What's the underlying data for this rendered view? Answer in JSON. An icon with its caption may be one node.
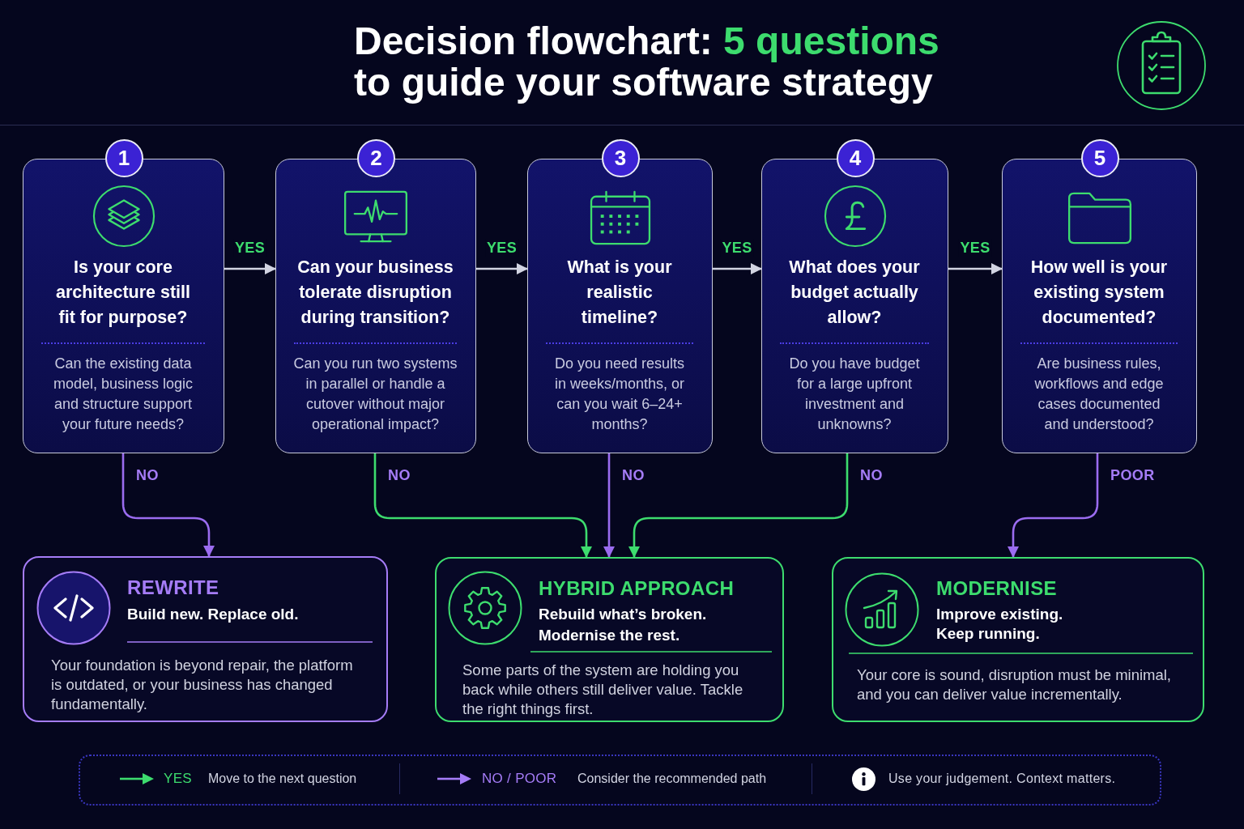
{
  "diagram": {
    "title": "Decision flowchart: **5 questions** to guide your software strategy",
    "nodes": [
      {
        "text": [
          "1",
          "Is your core architecture still fit for purpose?",
          "Can the existing data model, business logic and structure support your future needs?"
        ]
      },
      {
        "text": [
          "2",
          "Can your business tolerate disruption during transition?",
          "Can you run two systems in parallel or handle a cutover without major operational impact?"
        ]
      },
      {
        "text": [
          "3",
          "What is your realistic timeline?",
          "Do you need results in weeks/months, or can you wait 6–24+ months?"
        ]
      },
      {
        "text": [
          "4",
          "What does your budget actually allow?",
          "Do you have budget for a large upfront investment and unknowns?"
        ]
      },
      {
        "text": [
          "5",
          "How well is your existing system documented?",
          "Are business rules, workflows and edge cases documented and understood?"
        ]
      },
      {
        "text": [
          "REWRITE",
          "Build new. Replace old.",
          "Your foundation is beyond repair, the platform is outdated, or your business has changed fundamentally."
        ]
      },
      {
        "text": [
          "HYBRID APPROACH",
          "Rebuild what’s broken. Modernise the rest.",
          "Some parts of the system are holding you back while others still deliver value. Tackle the right things first."
        ]
      },
      {
        "text": [
          "MODERNISE",
          "Improve existing. Keep running.",
          "Your core is sound, disruption must be minimal, and you can deliver value incrementally."
        ]
      }
    ],
    "edges": [
      {
        "from": 0,
        "to": 1,
        "arrow": "to",
        "label": "YES"
      },
      {
        "from": 1,
        "to": 2,
        "arrow": "to",
        "label": "YES"
      },
      {
        "from": 2,
        "to": 3,
        "arrow": "to",
        "label": "YES"
      },
      {
        "from": 3,
        "to": 4,
        "arrow": "to",
        "label": "YES"
      },
      {
        "from": 0,
        "to": 5,
        "arrow": "to",
        "label": "NO",
        "color": "#9b6cf0"
      },
      {
        "from": 1,
        "to": 6,
        "arrow": "to",
        "label": "NO",
        "color": "#3ddc6e"
      },
      {
        "from": 2,
        "to": 6,
        "arrow": "to",
        "label": "NO",
        "color": "#9b6cf0"
      },
      {
        "from": 3,
        "to": 6,
        "arrow": "to",
        "label": "NO",
        "color": "#3ddc6e"
      },
      {
        "from": 4,
        "to": 7,
        "arrow": "to",
        "label": "POOR",
        "color": "#9b6cf0"
      }
    ],
    "labels": [
      "Move to the next question",
      "Consider the recommended path"
    ],
    "legend": [
      {
        "text": "YES",
        "color": "#3ddc6e"
      },
      {
        "text": "NO / POOR",
        "color": "#a57cf7"
      },
      {
        "text": "Use your judgement. Context matters."
      }
    ]
  }
}
